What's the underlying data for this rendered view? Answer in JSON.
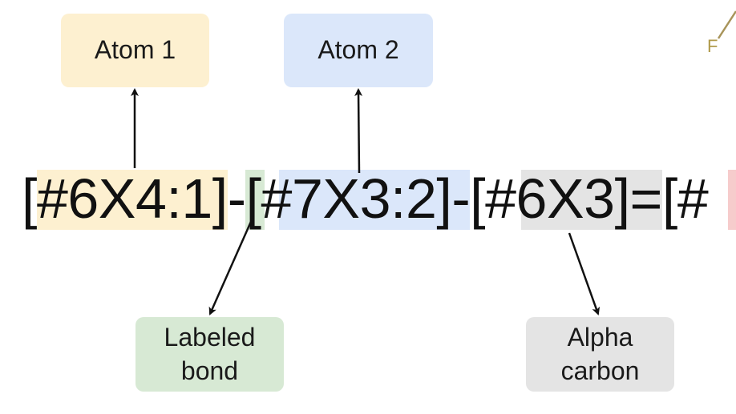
{
  "colors": {
    "atom1": "#fdf0d0",
    "atom2": "#dbe7fa",
    "bond": "#d7e9d4",
    "alpha": "#e4e4e4",
    "next": "#f6cccc",
    "arrow": "#111111",
    "fragment_line": "#a8945a"
  },
  "labels": {
    "atom1": "Atom 1",
    "atom2": "Atom 2",
    "bond": "Labeled\nbond",
    "alpha": "Alpha\ncarbon"
  },
  "smarts": {
    "text": "[#6X4:1]-[#7X3:2]-[#6X3]=[#"
  },
  "fragment": {
    "atom_label": "F"
  }
}
